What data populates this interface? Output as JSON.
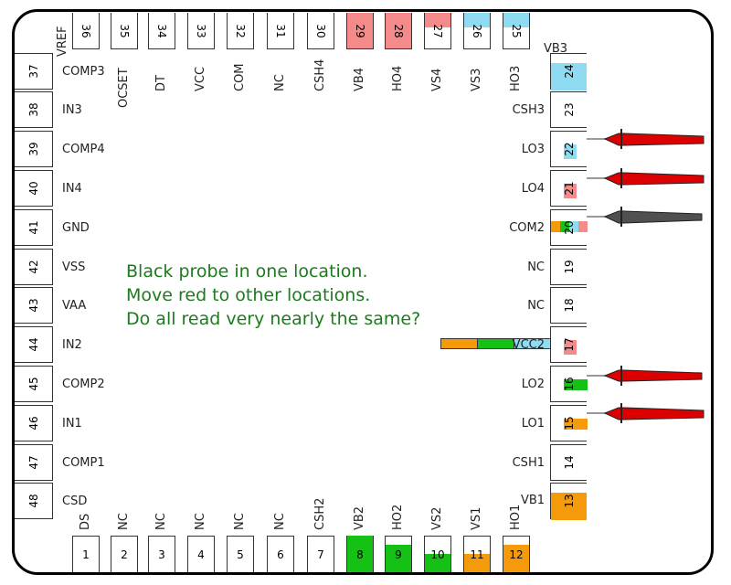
{
  "colors": {
    "red": "#f48a8a",
    "blue": "#8fdcf2",
    "green": "#16c116",
    "orange": "#f59a0a",
    "probe_red": "#dd0000",
    "probe_black": "#505050",
    "text_green": "#1e7a1e"
  },
  "message": [
    "Black probe in one location.",
    "Move red to other locations.",
    "Do all read very nearly the same?"
  ],
  "left_pins": [
    {
      "num": "37",
      "label": "COMP3"
    },
    {
      "num": "38",
      "label": "IN3"
    },
    {
      "num": "39",
      "label": "COMP4"
    },
    {
      "num": "40",
      "label": "IN4"
    },
    {
      "num": "41",
      "label": "GND"
    },
    {
      "num": "42",
      "label": "VSS"
    },
    {
      "num": "43",
      "label": "VAA"
    },
    {
      "num": "44",
      "label": "IN2"
    },
    {
      "num": "45",
      "label": "COMP2"
    },
    {
      "num": "46",
      "label": "IN1"
    },
    {
      "num": "47",
      "label": "COMP1"
    },
    {
      "num": "48",
      "label": "CSD"
    }
  ],
  "top_pins": [
    {
      "num": "36",
      "label": "VREF"
    },
    {
      "num": "35",
      "label": "OCSET"
    },
    {
      "num": "34",
      "label": "DT"
    },
    {
      "num": "33",
      "label": "VCC"
    },
    {
      "num": "32",
      "label": "COM"
    },
    {
      "num": "31",
      "label": "NC"
    },
    {
      "num": "30",
      "label": "CSH4"
    },
    {
      "num": "29",
      "label": "VB4"
    },
    {
      "num": "28",
      "label": "HO4"
    },
    {
      "num": "27",
      "label": "VS4"
    },
    {
      "num": "26",
      "label": "VS3"
    },
    {
      "num": "25",
      "label": "HO3"
    }
  ],
  "right_pins": [
    {
      "num": "24",
      "label": "VB3"
    },
    {
      "num": "23",
      "label": "CSH3"
    },
    {
      "num": "22",
      "label": "LO3"
    },
    {
      "num": "21",
      "label": "LO4"
    },
    {
      "num": "20",
      "label": "COM2"
    },
    {
      "num": "19",
      "label": "NC"
    },
    {
      "num": "18",
      "label": "NC"
    },
    {
      "num": "17",
      "label": "VCC2"
    },
    {
      "num": "16",
      "label": "LO2"
    },
    {
      "num": "15",
      "label": "LO1"
    },
    {
      "num": "14",
      "label": "CSH1"
    },
    {
      "num": "13",
      "label": "VB1"
    }
  ],
  "bottom_pins": [
    {
      "num": "1",
      "label": "DS"
    },
    {
      "num": "2",
      "label": "NC"
    },
    {
      "num": "3",
      "label": "NC"
    },
    {
      "num": "4",
      "label": "NC"
    },
    {
      "num": "5",
      "label": "NC"
    },
    {
      "num": "6",
      "label": "NC"
    },
    {
      "num": "7",
      "label": "CSH2"
    },
    {
      "num": "8",
      "label": "VB2"
    },
    {
      "num": "9",
      "label": "HO2"
    },
    {
      "num": "10",
      "label": "VS2"
    },
    {
      "num": "11",
      "label": "VS1"
    },
    {
      "num": "12",
      "label": "HO1"
    }
  ]
}
